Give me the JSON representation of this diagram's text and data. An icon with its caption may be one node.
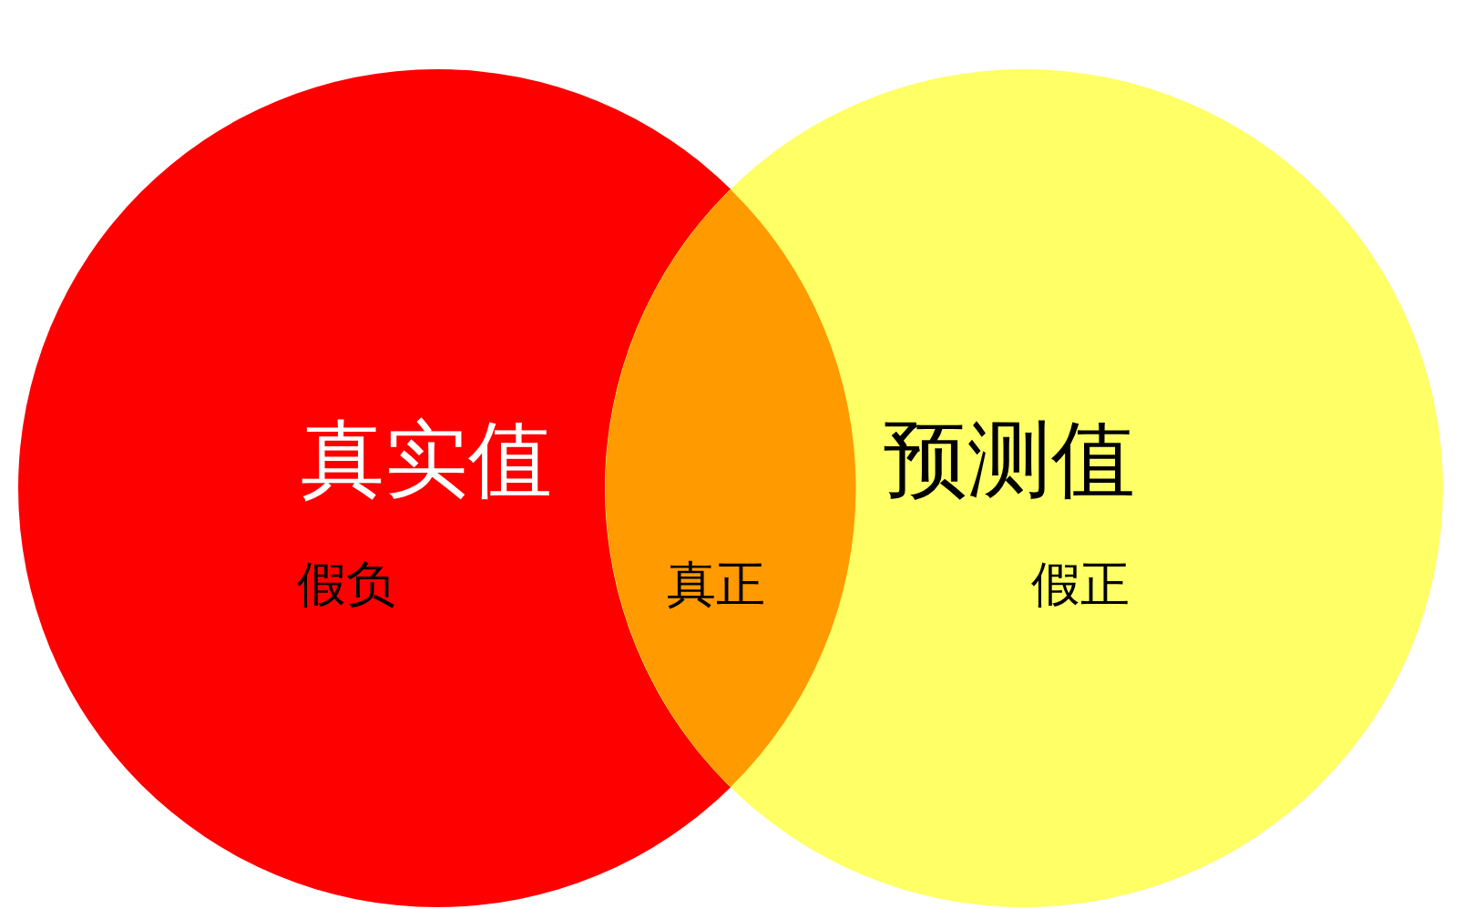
{
  "diagram": {
    "nodes": [
      {
        "text": [
          "真实值",
          "假负"
        ]
      },
      {
        "text": [
          "预测值",
          "假正"
        ]
      },
      {
        "text": [
          "真正"
        ]
      }
    ],
    "edges": []
  }
}
